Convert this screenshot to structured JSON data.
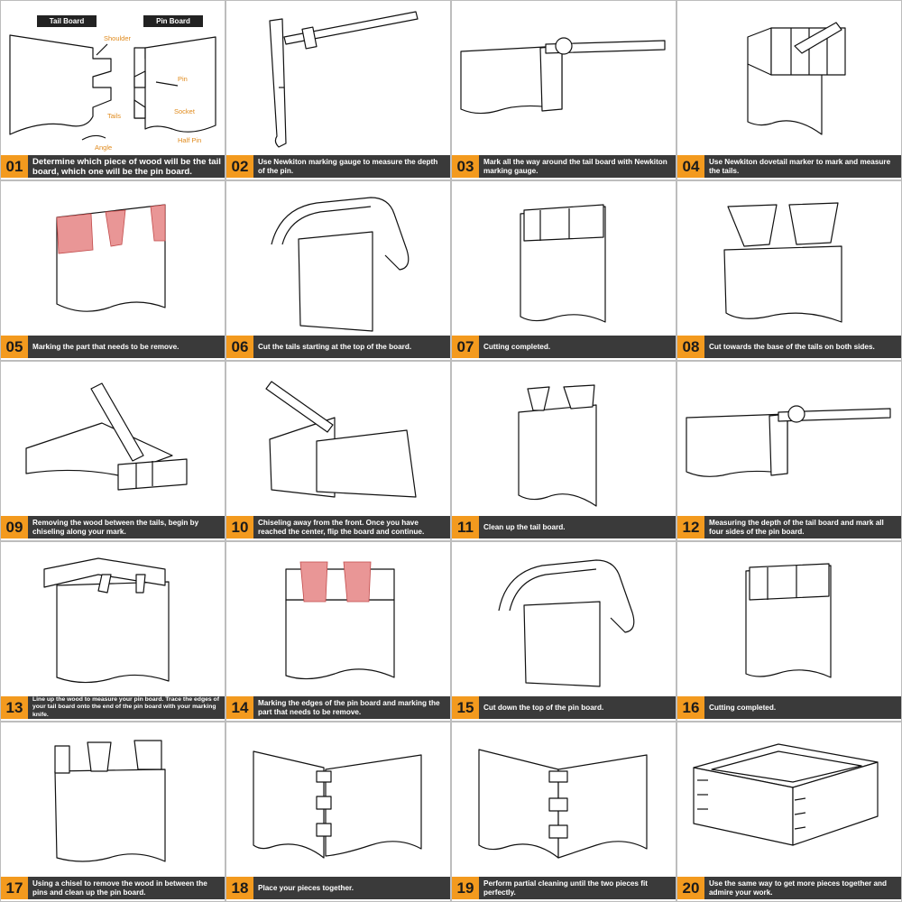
{
  "header_labels": {
    "tail_board": "Tail Board",
    "pin_board": "Pin Board"
  },
  "part_labels": {
    "shoulder": "Shoulder",
    "tails": "Tails",
    "angle": "Angle",
    "pin": "Pin",
    "socket": "Socket",
    "half_pin": "Half Pin"
  },
  "colors": {
    "accent": "#f39a1e",
    "caption_bar": "#3a3a3a",
    "highlight": "#e99696",
    "label": "#e08a1c"
  },
  "steps": [
    {
      "number": "01",
      "text": "Determine which piece of wood will be the tail board, which one will be the pin board.",
      "icon": "tail-and-pin-boards-diagram"
    },
    {
      "number": "02",
      "text": "Use Newkiton marking gauge to measure the depth of the pin.",
      "icon": "marking-gauge-on-board"
    },
    {
      "number": "03",
      "text": "Mark all the way around the tail board with Newkiton marking gauge.",
      "icon": "marking-gauge-around-board"
    },
    {
      "number": "04",
      "text": "Use Newkiton dovetail marker to mark and measure the tails.",
      "icon": "dovetail-marker-on-board"
    },
    {
      "number": "05",
      "text": "Marking the part that needs to be remove.",
      "icon": "marked-tail-board"
    },
    {
      "number": "06",
      "text": "Cut the tails starting at the top of the board.",
      "icon": "saw-cutting-tails"
    },
    {
      "number": "07",
      "text": "Cutting completed.",
      "icon": "cut-tail-board"
    },
    {
      "number": "08",
      "text": "Cut towards the base of the tails on both sides.",
      "icon": "tails-cut-to-base"
    },
    {
      "number": "09",
      "text": "Removing the wood between the tails, begin by chiseling along your mark.",
      "icon": "chisel-along-mark"
    },
    {
      "number": "10",
      "text": "Chiseling away from the front. Once you have reached the center, flip the board and continue.",
      "icon": "chisel-from-front"
    },
    {
      "number": "11",
      "text": "Clean up the tail board.",
      "icon": "clean-tail-board"
    },
    {
      "number": "12",
      "text": "Measuring the depth of the tail board and mark all four sides of the pin board.",
      "icon": "gauge-on-pin-board"
    },
    {
      "number": "13",
      "text": "Line up the wood to measure your pin board. Trace the edges of your tail board onto the end of the pin board with your marking knife.",
      "icon": "trace-tail-onto-pin-board"
    },
    {
      "number": "14",
      "text": "Marking the edges of the pin board and marking the part that needs to be remove.",
      "icon": "marked-pin-board"
    },
    {
      "number": "15",
      "text": "Cut down the top of the pin board.",
      "icon": "saw-cutting-pins"
    },
    {
      "number": "16",
      "text": "Cutting completed.",
      "icon": "cut-pin-board"
    },
    {
      "number": "17",
      "text": "Using a chisel to remove the wood in between the pins and clean up the pin board.",
      "icon": "chiseled-pin-board"
    },
    {
      "number": "18",
      "text": "Place your pieces together.",
      "icon": "boards-placed-together"
    },
    {
      "number": "19",
      "text": "Perform partial cleaning until the two pieces fit perfectly.",
      "icon": "boards-fitted"
    },
    {
      "number": "20",
      "text": "Use the same way to get more pieces together and admire your work.",
      "icon": "finished-dovetail-box"
    }
  ]
}
